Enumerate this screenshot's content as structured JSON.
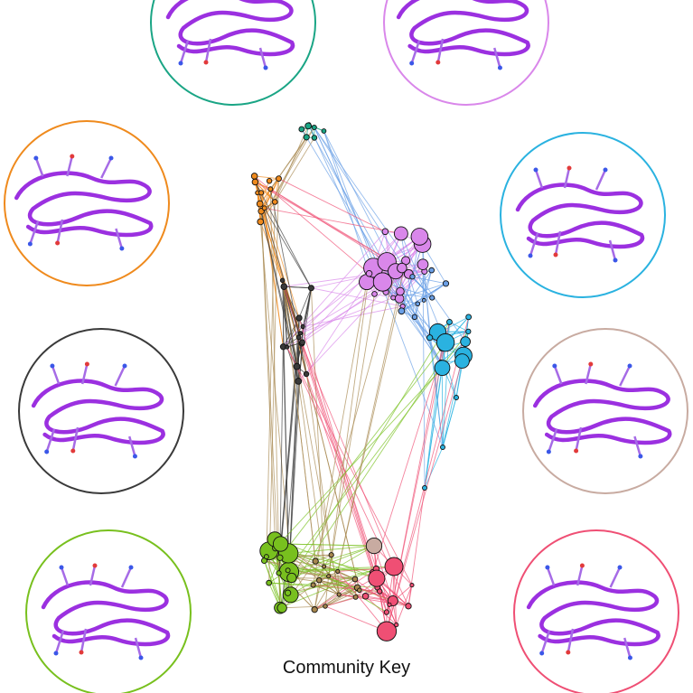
{
  "caption": "Community Key",
  "communities": [
    {
      "name": "teal",
      "color": "#1aa585"
    },
    {
      "name": "violet",
      "color": "#d987ea"
    },
    {
      "name": "orange",
      "color": "#ef8a1d"
    },
    {
      "name": "cyan",
      "color": "#2ab2e0"
    },
    {
      "name": "black",
      "color": "#3a3a3a"
    },
    {
      "name": "tan",
      "color": "#c8aba1"
    },
    {
      "name": "green",
      "color": "#78c01e"
    },
    {
      "name": "pink",
      "color": "#ef4f74"
    },
    {
      "name": "blue",
      "color": "#6a9fe6"
    },
    {
      "name": "brown",
      "color": "#a6874e"
    }
  ],
  "protein_color": "#9b30e0"
}
